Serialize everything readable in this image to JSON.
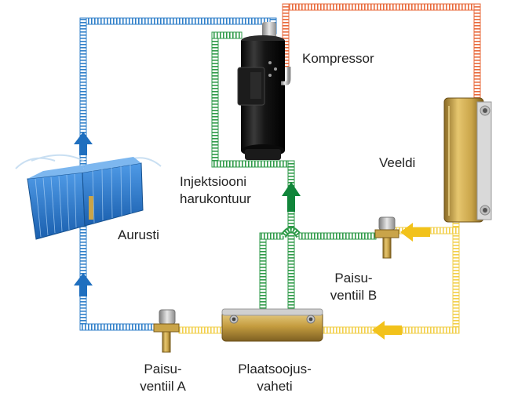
{
  "labels": {
    "compressor": "Kompressor",
    "water": "Veeldi",
    "injection_line1": "Injektsiooni",
    "injection_line2": "harukontuur",
    "evaporator": "Aurusti",
    "valve_b_line1": "Paisu-",
    "valve_b_line2": "ventiil B",
    "valve_a_line1": "Paisu-",
    "valve_a_line2": "ventiil A",
    "plate_hx_line1": "Plaatsoojus-",
    "plate_hx_line2": "vaheti"
  },
  "colors": {
    "blue_line": "#2f7fc9",
    "orange_line": "#e8683a",
    "yellow_line": "#f2cf4a",
    "green_line": "#2e9a48",
    "blue_arrow": "#1f6fbf",
    "yellow_arrow": "#f2c21b",
    "green_arrow": "#11853a",
    "compressor_body": "#121212",
    "brass": "#c9a449",
    "evaporator": "#2b7ad0"
  },
  "icons": [
    "compressor-icon",
    "brazed-plate-heat-exchanger-icon",
    "plate-heat-exchanger-icon",
    "expansion-valve-icon",
    "evaporator-icon",
    "flow-arrow-icon"
  ]
}
